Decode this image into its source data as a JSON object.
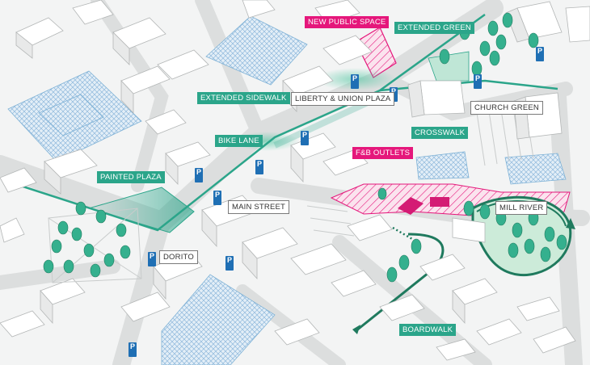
{
  "labels": {
    "new_public_space": "NEW PUBLIC SPACE",
    "extended_green": "EXTENDED GREEN",
    "extended_sidewalk": "EXTENDED SIDEWALK",
    "liberty_union_plaza": "LIBERTY & UNION PLAZA",
    "church_green": "CHURCH GREEN",
    "crosswalk": "CROSSWALK",
    "bike_lane": "BIKE LANE",
    "fb_outlets": "F&B OUTLETS",
    "painted_plaza": "PAINTED PLAZA",
    "main_street": "MAIN STREET",
    "mill_river": "MILL RIVER",
    "dorito": "DORITO",
    "boardwalk": "BOARDWALK"
  },
  "parking_symbol": "P",
  "colors": {
    "green": "#2ba58a",
    "pink": "#e5177b",
    "parking": "#1f6fb4",
    "water_hatch": "#7fb2d6"
  }
}
